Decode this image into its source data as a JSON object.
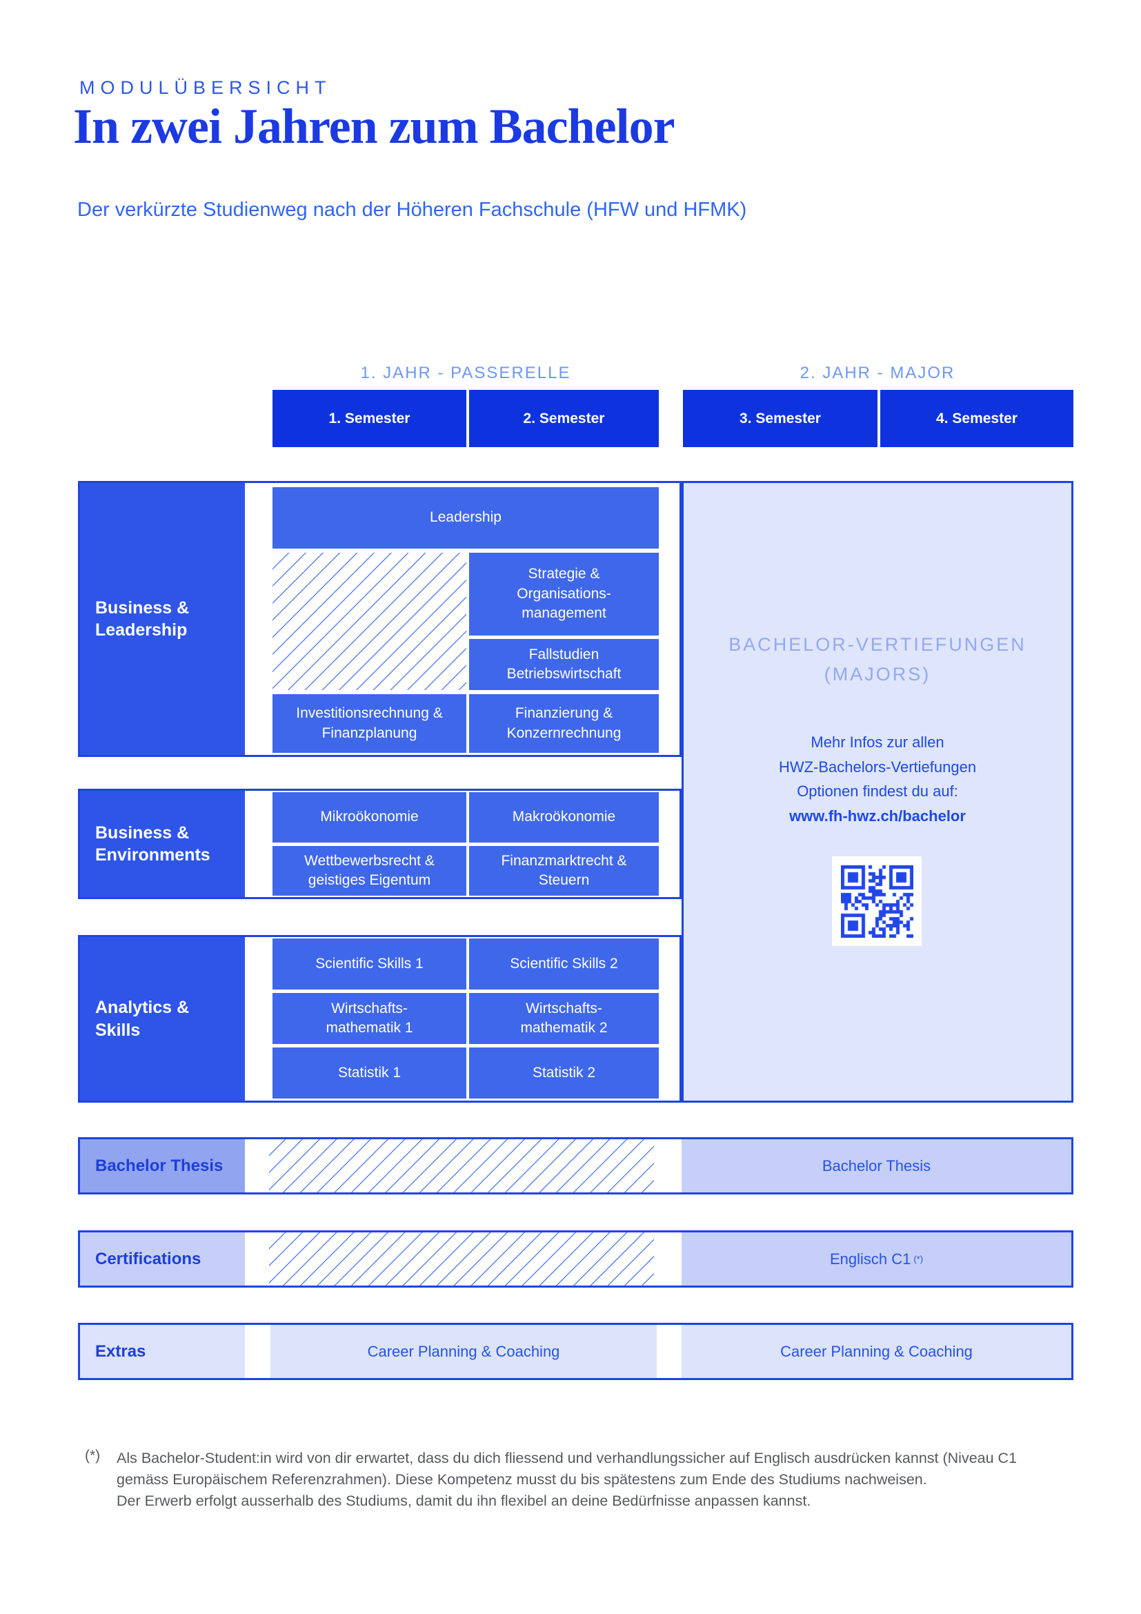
{
  "header": {
    "eyebrow": "MODULÜBERSICHT",
    "title": "In zwei Jahren zum Bachelor",
    "subtitle": "Der verkürzte Studienweg nach der Höheren Fachschule (HFW und HFMK)"
  },
  "years": [
    {
      "label": "1. JAHR - PASSERELLE"
    },
    {
      "label": "2. JAHR - MAJOR"
    }
  ],
  "semesters": [
    "1. Semester",
    "2. Semester",
    "3. Semester",
    "4. Semester"
  ],
  "categories": {
    "leadership": "Business &\nLeadership",
    "environments": "Business &\nEnvironments",
    "analytics": "Analytics &\nSkills",
    "thesis": "Bachelor Thesis",
    "certifications": "Certifications",
    "extras": "Extras"
  },
  "modules": {
    "leadership": "Leadership",
    "strategie": "Strategie &\nOrganisations-\nmanagement",
    "fallstudien": "Fallstudien\nBetriebswirtschaft",
    "investition": "Investitionsrechnung &\nFinanzplanung",
    "finanzierung": "Finanzierung &\nKonzernrechnung",
    "mikro": "Mikroökonomie",
    "makro": "Makroökonomie",
    "wettbewerb": "Wettbewerbsrecht &\ngeistiges Eigentum",
    "finanzmarkt": "Finanzmarktrecht &\nSteuern",
    "scientific1": "Scientific Skills 1",
    "scientific2": "Scientific Skills 2",
    "mathe1": "Wirtschafts-\nmathematik 1",
    "mathe2": "Wirtschafts-\nmathematik 2",
    "statistik1": "Statistik 1",
    "statistik2": "Statistik 2"
  },
  "majors": {
    "heading_line1": "BACHELOR-VERTIEFUNGEN",
    "heading_line2": "(MAJORS)",
    "info_line1": "Mehr Infos zur allen",
    "info_line2": "HWZ-Bachelors-Vertiefungen",
    "info_line3": "Optionen findest du auf:",
    "link": "www.fh-hwz.ch/bachelor"
  },
  "year2_cells": {
    "thesis": "Bachelor Thesis",
    "english": "Englisch C1",
    "english_note": "(*)",
    "career": "Career Planning & Coaching"
  },
  "year1_cells": {
    "career": "Career Planning & Coaching"
  },
  "footnote": {
    "marker": "(*)",
    "text": "Als Bachelor-Student:in wird von dir erwartet, dass du dich fliessend und verhandlungssicher auf Englisch ausdrücken kannst (Niveau C1\ngemäss Europäischem Referenzrahmen). Diese Kompetenz musst du bis spätestens zum Ende des Studiums nachweisen.\nDer Erwerb erfolgt ausserhalb des Studiums, damit du ihn flexibel an deine Bedürfnisse anpassen kannst."
  },
  "colors": {
    "title_blue": "#1b3ae2",
    "semester_header_blue": "#0e33de",
    "category_blue": "#2e55e8",
    "module_blue": "#3f67ea",
    "border_blue": "#1e45e0",
    "panel_lavender": "#dfe5fa",
    "panel_heading_blue": "#93a9f0",
    "thesis_category_bg": "#91a4f0",
    "certifications_category_bg": "#c6cff7",
    "extras_category_bg": "#dce3fa",
    "year_label_blue": "#6e97f3",
    "footnote_gray": "#55585c",
    "qr_blue": "#2247e8"
  }
}
